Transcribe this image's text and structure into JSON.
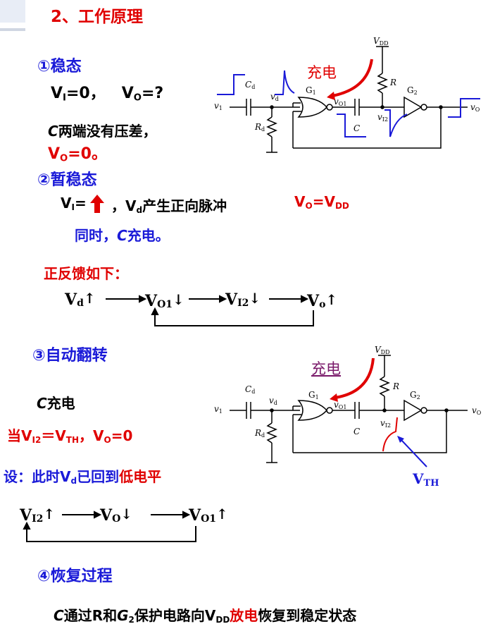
{
  "title": "2、工作原理",
  "section1": {
    "heading": "①稳态",
    "eq_vi": "V",
    "eq_vi_sub": "I",
    "eq_vi_val": "=0，",
    "eq_vo": "V",
    "eq_vo_sub": "O",
    "eq_vo_val": "=?",
    "c_text_c": "C",
    "c_text": "两端没有压差，",
    "vo0": "V",
    "vo0_sub": "O",
    "vo0_val": "=0。"
  },
  "section2": {
    "heading": "②暂稳态",
    "vi": "V",
    "vi_sub": "I",
    "vi_eq": "=",
    "vd_text1": "，V",
    "vd_sub": "d",
    "vd_text2": "产生正向脉冲",
    "vo_vdd": "V",
    "vo_vdd_sub": "O",
    "vo_vdd_eq": "=V",
    "vo_vdd_sub2": "DD",
    "same_time": "同时，",
    "same_c": "C",
    "same_charge": "充电。",
    "feedback_label": "正反馈如下：",
    "chain": [
      {
        "base": "V",
        "sub": "d",
        "arrow": "↑"
      },
      {
        "base": "V",
        "sub": "O1",
        "arrow": "↓"
      },
      {
        "base": "V",
        "sub": "I2",
        "arrow": "↓"
      },
      {
        "base": "V",
        "sub": "o",
        "arrow": "↑"
      }
    ]
  },
  "section3": {
    "heading": "③自动翻转",
    "c_charge_c": "C",
    "c_charge": "充电",
    "when": "当V",
    "when_sub": "I2",
    "when_eq": "＝V",
    "when_sub2": "TH",
    "when_tail": "，V",
    "when_sub3": "O",
    "when_val": "=0",
    "assume": "设：此时V",
    "assume_sub": "d",
    "assume_mid": "已回到",
    "assume_low": "低电平",
    "chain": [
      {
        "base": "V",
        "sub": "I2",
        "arrow": "↑"
      },
      {
        "base": "V",
        "sub": "O",
        "arrow": "↓"
      },
      {
        "base": "V",
        "sub": "O1",
        "arrow": "↑"
      }
    ]
  },
  "section4": {
    "heading": "④恢复过程",
    "text_c": "C",
    "text1": "通过",
    "text_r": "R",
    "text2": "和",
    "text_g": "G",
    "text_g_sub": "2",
    "text3": "保护电路向V",
    "text_vdd_sub": "DD",
    "text_discharge": "放电",
    "text4": "恢复到稳定状态"
  },
  "circuit1": {
    "vdd": "V",
    "vdd_sub": "DD",
    "r": "R",
    "cd": "C",
    "cd_sub": "d",
    "vd": "v",
    "vd_sub": "d",
    "g1": "G",
    "g1_sub": "1",
    "g2": "G",
    "g2_sub": "2",
    "vo1": "v",
    "vo1_sub": "O1",
    "c": "C",
    "vi2": "v",
    "vi2_sub": "I2",
    "rd": "R",
    "rd_sub": "d",
    "v1": "v",
    "v1_sub": "1",
    "vo": "v",
    "vo_sub": "O",
    "charge": "充电"
  },
  "circuit2": {
    "vdd": "V",
    "vdd_sub": "DD",
    "r": "R",
    "cd": "C",
    "cd_sub": "d",
    "vd": "v",
    "vd_sub": "d",
    "g1": "G",
    "g1_sub": "1",
    "g2": "G",
    "g2_sub": "2",
    "vo1": "v",
    "vo1_sub": "O1",
    "c": "C",
    "vi2": "v",
    "vi2_sub": "I2",
    "rd": "R",
    "rd_sub": "d",
    "v1": "v",
    "v1_sub": "1",
    "vo": "v",
    "vo_sub": "O",
    "charge": "充电",
    "vth": "V",
    "vth_sub": "TH"
  },
  "colors": {
    "red": "#e00000",
    "blue": "#1a1ad8",
    "black": "#000000"
  }
}
